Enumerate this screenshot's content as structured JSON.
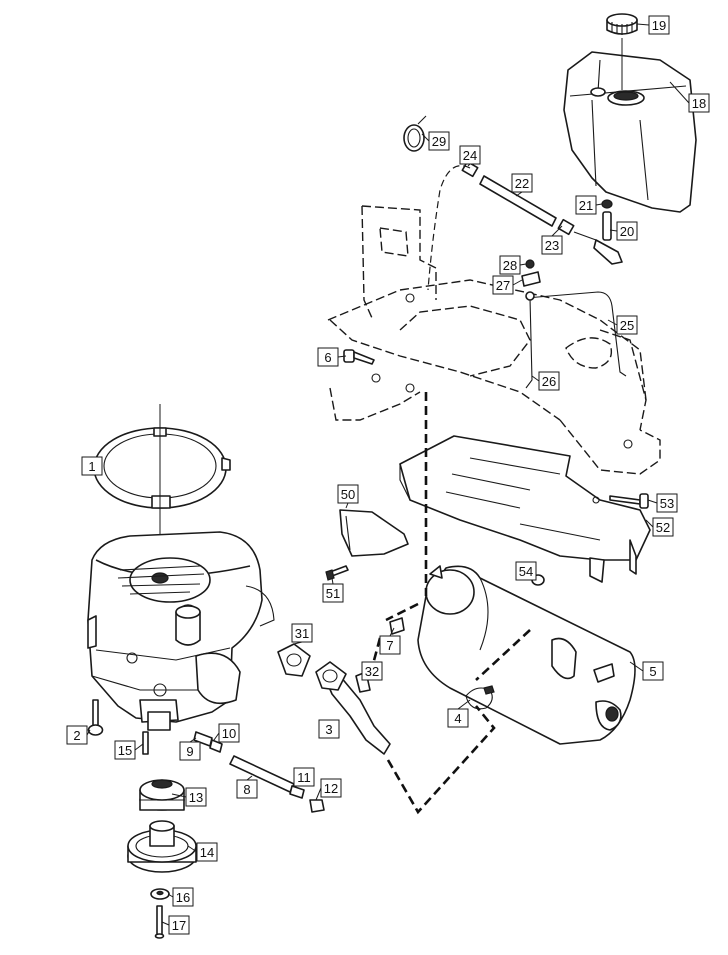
{
  "callouts": [
    {
      "n": "1"
    },
    {
      "n": "2"
    },
    {
      "n": "3"
    },
    {
      "n": "4"
    },
    {
      "n": "5"
    },
    {
      "n": "6"
    },
    {
      "n": "7"
    },
    {
      "n": "8"
    },
    {
      "n": "9"
    },
    {
      "n": "10"
    },
    {
      "n": "11"
    },
    {
      "n": "12"
    },
    {
      "n": "13"
    },
    {
      "n": "14"
    },
    {
      "n": "15"
    },
    {
      "n": "16"
    },
    {
      "n": "17"
    },
    {
      "n": "18"
    },
    {
      "n": "19"
    },
    {
      "n": "20"
    },
    {
      "n": "21"
    },
    {
      "n": "22"
    },
    {
      "n": "23"
    },
    {
      "n": "24"
    },
    {
      "n": "25"
    },
    {
      "n": "26"
    },
    {
      "n": "27"
    },
    {
      "n": "28"
    },
    {
      "n": "29"
    },
    {
      "n": "31"
    },
    {
      "n": "32"
    },
    {
      "n": "50"
    },
    {
      "n": "51"
    },
    {
      "n": "52"
    },
    {
      "n": "53"
    },
    {
      "n": "54"
    }
  ]
}
